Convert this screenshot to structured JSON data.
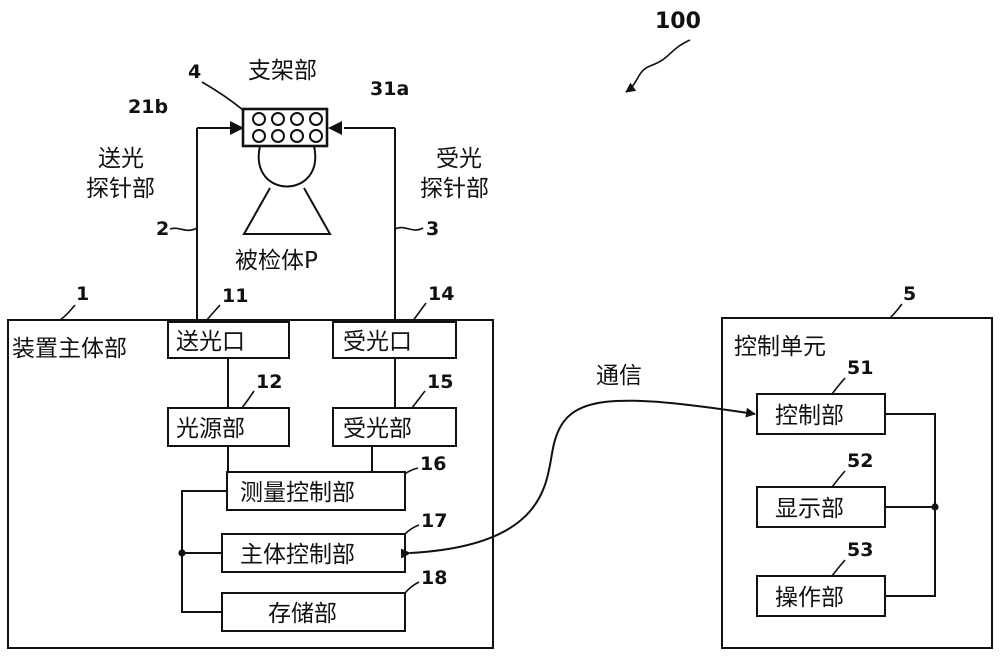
{
  "figure_number": "100",
  "main_unit": {
    "ref": "1",
    "label": "装置主体部",
    "emitter_port": {
      "ref": "11",
      "label": "送光口"
    },
    "receiver_port": {
      "ref": "14",
      "label": "受光口"
    },
    "light_source": {
      "ref": "12",
      "label": "光源部"
    },
    "light_receiver": {
      "ref": "15",
      "label": "受光部"
    },
    "measurement_control": {
      "ref": "16",
      "label": "测量控制部"
    },
    "main_control": {
      "ref": "17",
      "label": "主体控制部"
    },
    "storage": {
      "ref": "18",
      "label": "存储部"
    }
  },
  "control_unit": {
    "ref": "5",
    "label": "控制单元",
    "controller": {
      "ref": "51",
      "label": "控制部"
    },
    "display": {
      "ref": "52",
      "label": "显示部"
    },
    "operation": {
      "ref": "53",
      "label": "操作部"
    }
  },
  "communication_label": "通信",
  "holder": {
    "ref": "4",
    "label": "支架部"
  },
  "emitter_probe": {
    "ref": "2",
    "label_line1": "送光",
    "label_line2": "探针部",
    "tip_ref": "21b"
  },
  "receiver_probe": {
    "ref": "3",
    "label_line1": "受光",
    "label_line2": "探针部",
    "tip_ref": "31a"
  },
  "subject": {
    "label": "被检体P"
  }
}
